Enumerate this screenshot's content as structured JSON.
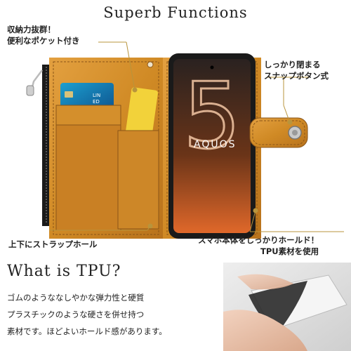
{
  "title": "Superb Functions",
  "callouts": {
    "pocket": [
      "収納力抜群！",
      "便利なポケット付き"
    ],
    "snap": [
      "しっかり閉まる",
      "スナップボタン式"
    ],
    "strap": "上下にストラップホール",
    "hold": [
      "スマホ本体をしっかりホールド！",
      "TPU素材を使用"
    ]
  },
  "phone": {
    "brand": "AQUOS",
    "numeral": "5"
  },
  "tpu": {
    "title": "What is TPU?",
    "description": [
      "ゴムのようななしやかな弾力性と硬質",
      "プラスチックのような硬さを併せ持つ",
      "素材です。ほどよいホールド感があります。"
    ]
  },
  "colors": {
    "leather": "#d9902a",
    "accent_gold": "#b8943c",
    "background": "#ffffff"
  }
}
